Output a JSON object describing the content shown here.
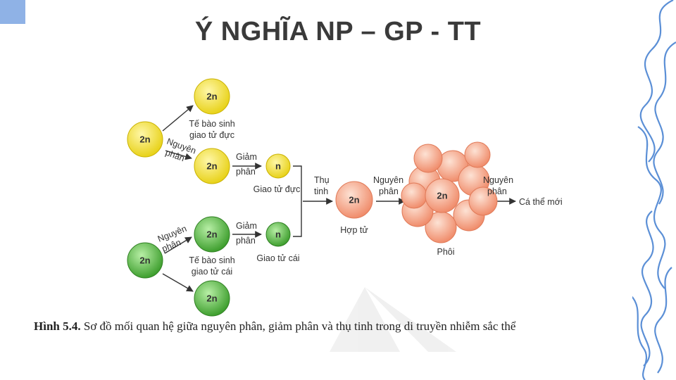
{
  "slide_title": "Ý NGHĨA NP – GP - TT",
  "diagram": {
    "ploidy_2n": "2n",
    "ploidy_n": "n",
    "male_germ_cell_label": [
      "Tế bào sinh",
      "giao tử đực"
    ],
    "female_germ_cell_label": [
      "Tế bào sinh",
      "giao tử cái"
    ],
    "mitosis_label": [
      "Nguyên",
      "phân"
    ],
    "meiosis_label": [
      "Giảm",
      "phân"
    ],
    "fertilization_label": [
      "Thụ",
      "tinh"
    ],
    "male_gamete_label": "Giao tử đực",
    "female_gamete_label": "Giao tử cái",
    "zygote_label": "Hợp tử",
    "embryo_label": "Phôi",
    "adult_label": "Cá thể mới"
  },
  "caption": {
    "figure_number": "Hình 5.4.",
    "text": "Sơ đồ mối quan hệ giữa nguyên phân, giảm phân và thụ tinh trong di truyền nhiễm sắc thể"
  },
  "colors": {
    "male_cell": "#e8d21a",
    "female_cell": "#4cae3a",
    "zygote": "#f4a585",
    "accent_corner": "#8fb2e6",
    "wave_lines": "#5b8fd6"
  }
}
